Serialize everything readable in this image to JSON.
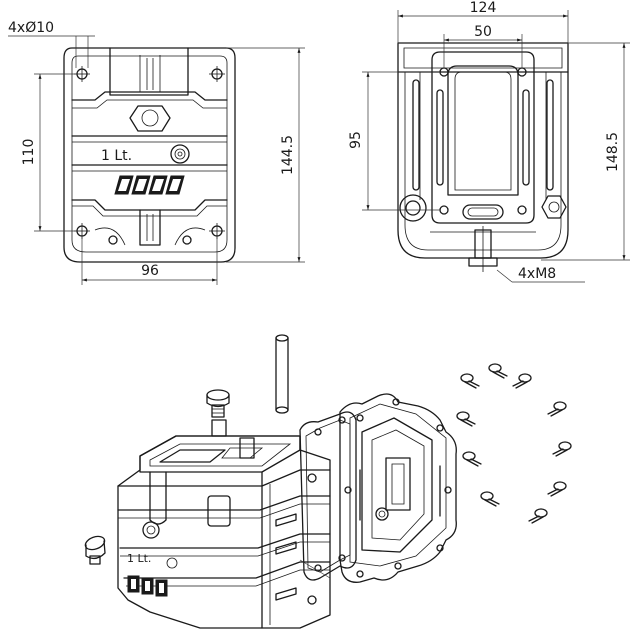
{
  "front_view": {
    "holes_label": "4xØ10",
    "dim_height_holes": "110",
    "dim_height_total": "144.5",
    "dim_width": "96",
    "capacity_label": "1 Lt."
  },
  "side_view": {
    "dim_width_total": "124",
    "dim_width_inner": "50",
    "dim_height_holes": "95",
    "dim_height_total": "148.5",
    "thread_label": "4xM8"
  },
  "colors": {
    "line": "#1a1a1a",
    "background": "#ffffff"
  }
}
